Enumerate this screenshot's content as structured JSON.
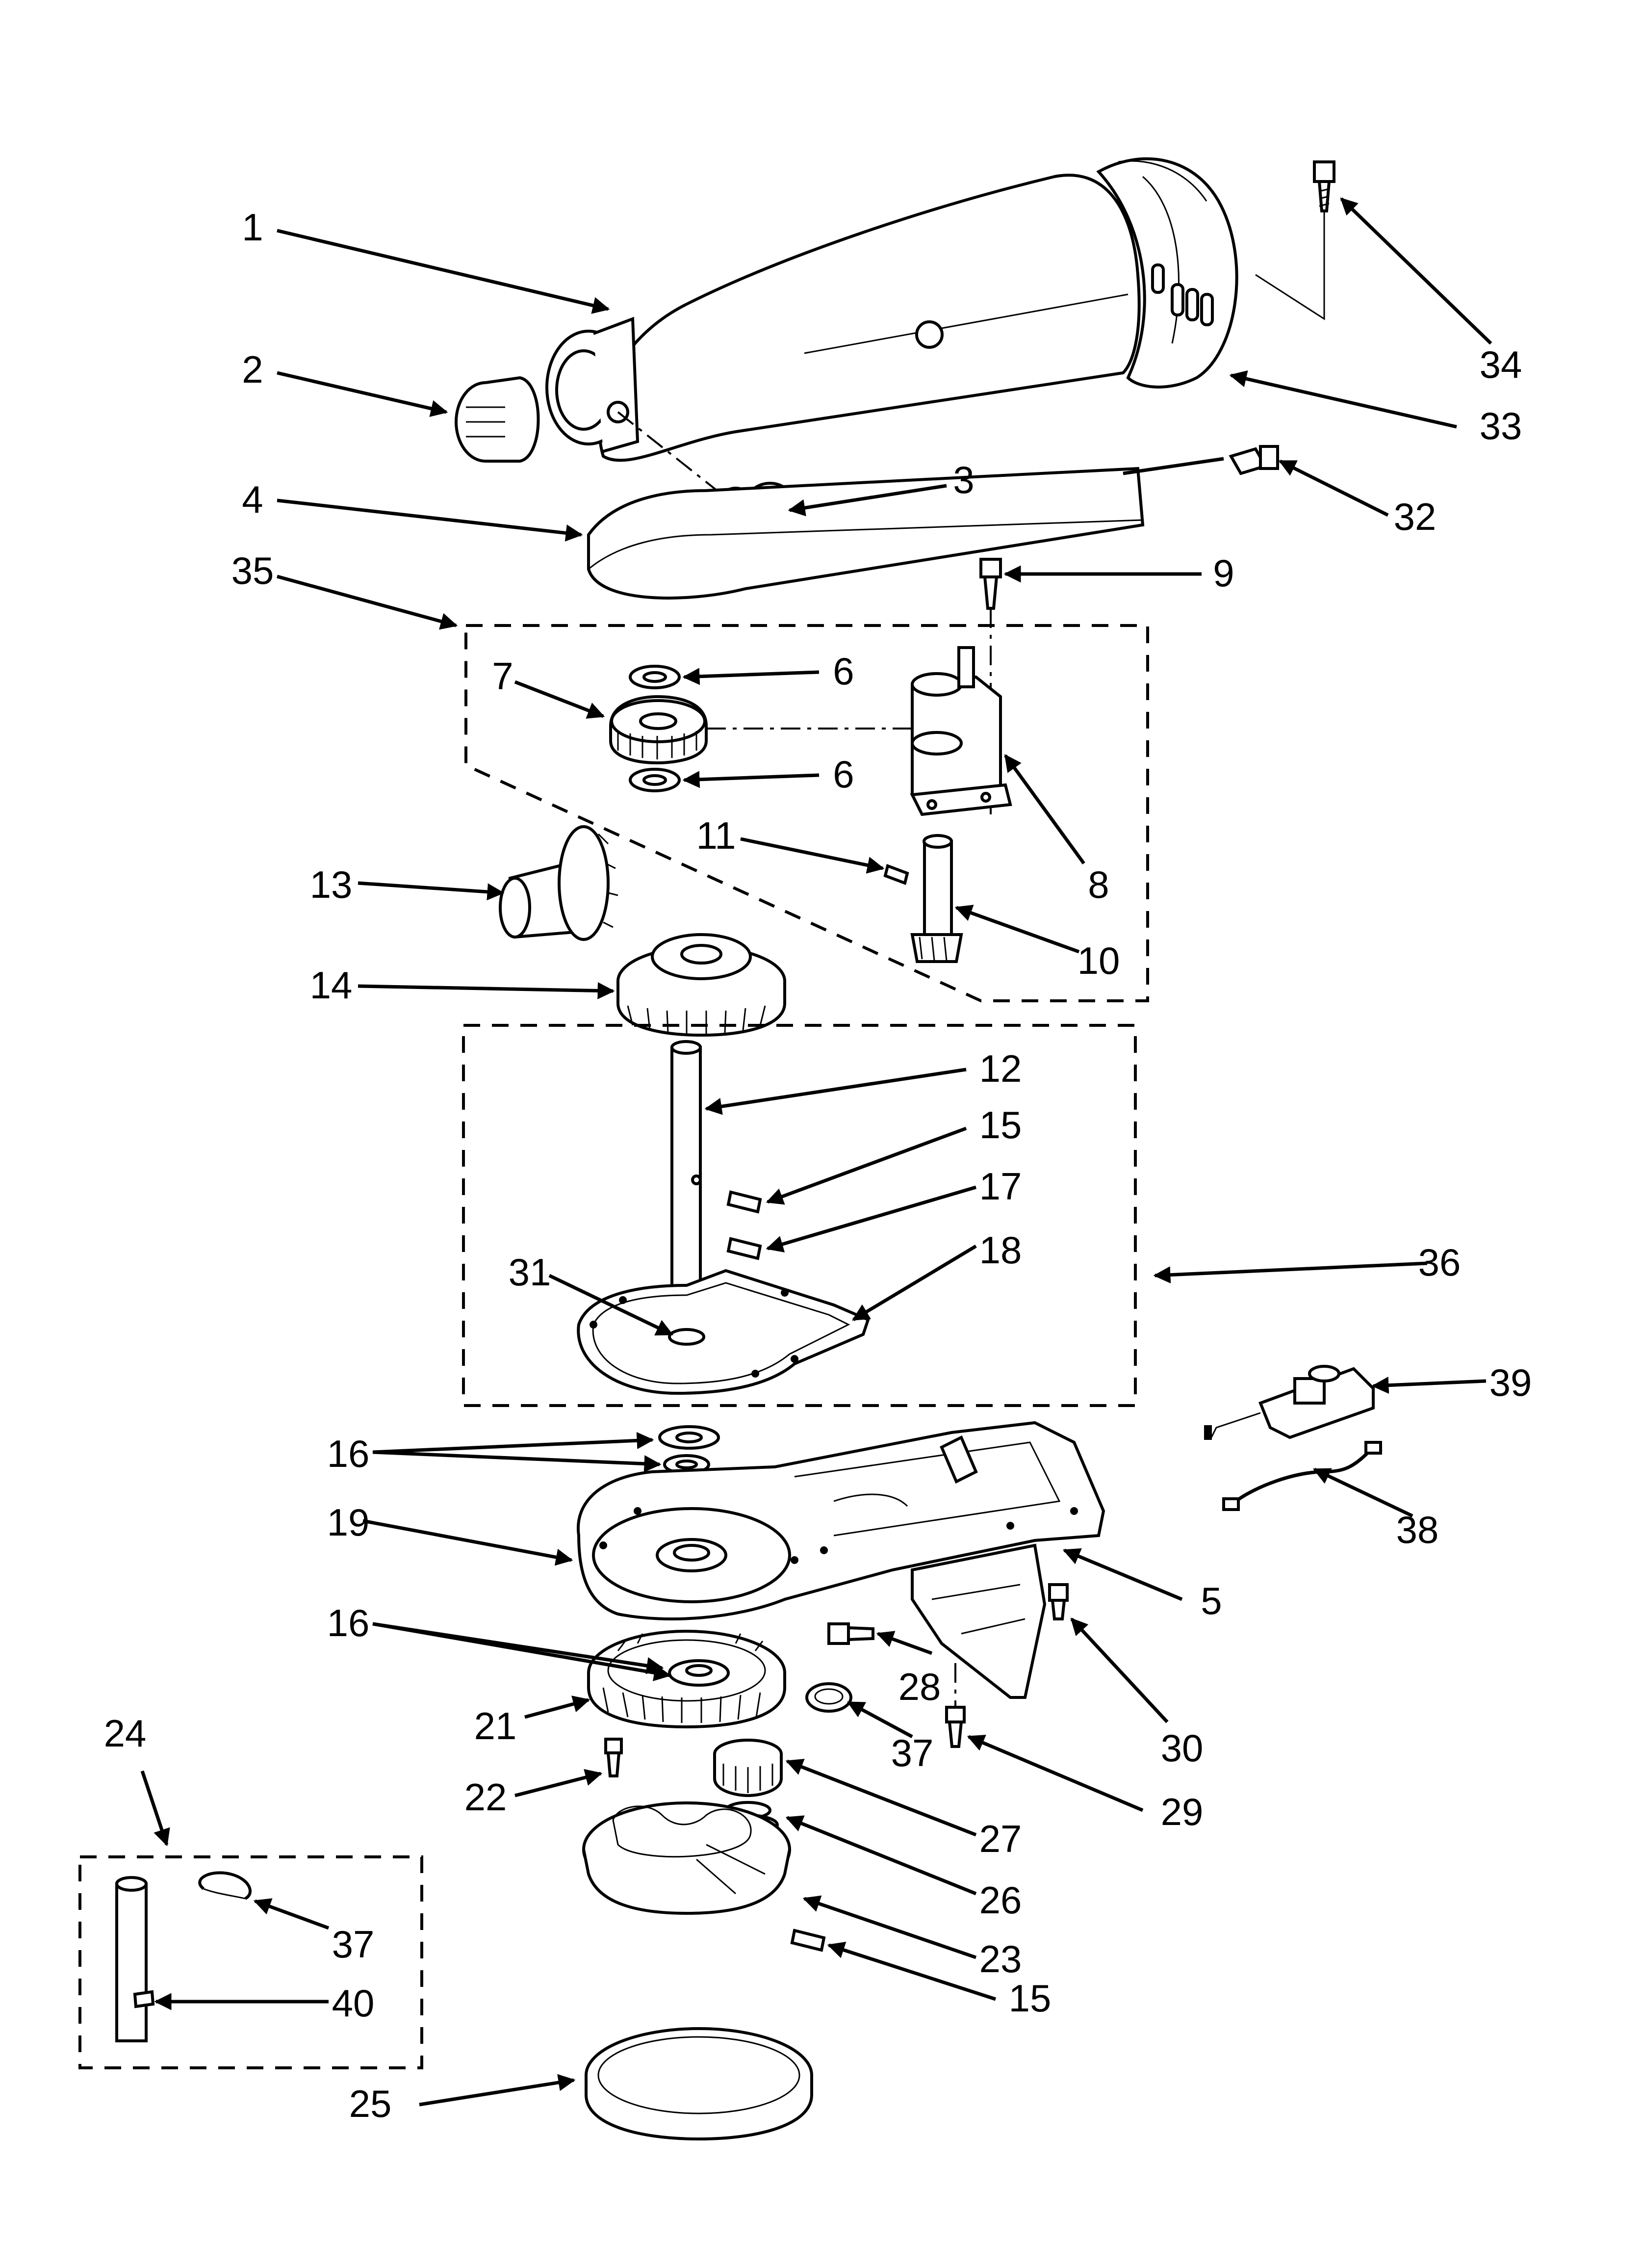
{
  "labels": {
    "l1": "1",
    "l2": "2",
    "l3": "3",
    "l4": "4",
    "l5": "5",
    "l6a": "6",
    "l6b": "6",
    "l7": "7",
    "l8": "8",
    "l9": "9",
    "l10": "10",
    "l11": "11",
    "l12": "12",
    "l13": "13",
    "l14": "14",
    "l15a": "15",
    "l15b": "15",
    "l16a": "16",
    "l16b": "16",
    "l17": "17",
    "l18": "18",
    "l19": "19",
    "l21": "21",
    "l22": "22",
    "l23": "23",
    "l24": "24",
    "l25": "25",
    "l26": "26",
    "l27": "27",
    "l28": "28",
    "l29": "29",
    "l30": "30",
    "l31": "31",
    "l32": "32",
    "l33": "33",
    "l34": "34",
    "l35": "35",
    "l36": "36",
    "l37a": "37",
    "l37b": "37",
    "l38": "38",
    "l39": "39",
    "l40": "40"
  }
}
